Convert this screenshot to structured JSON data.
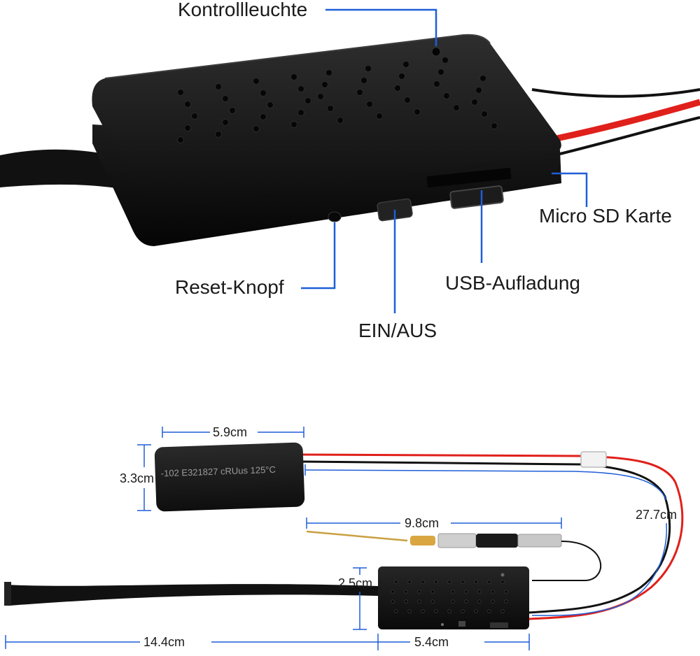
{
  "callouts": {
    "indicator_light": "Kontrollleuchte",
    "micro_sd": "Micro SD Karte",
    "usb_charging": "USB-Aufladung",
    "reset_button": "Reset-Knopf",
    "power_switch": "EIN/AUS"
  },
  "dimensions": {
    "battery_width": "5.9cm",
    "battery_height": "3.3cm",
    "cable_length": "27.7cm",
    "lens_module_length": "9.8cm",
    "module_height": "2.5cm",
    "ribbon_length": "14.4cm",
    "module_width": "5.4cm"
  },
  "battery_print": "-102   E321827   cRUus   125°C",
  "colors": {
    "callout_line": "#1e5fd8",
    "device_body": "#141414",
    "wire_red": "#e0201b",
    "wire_black": "#111111"
  }
}
